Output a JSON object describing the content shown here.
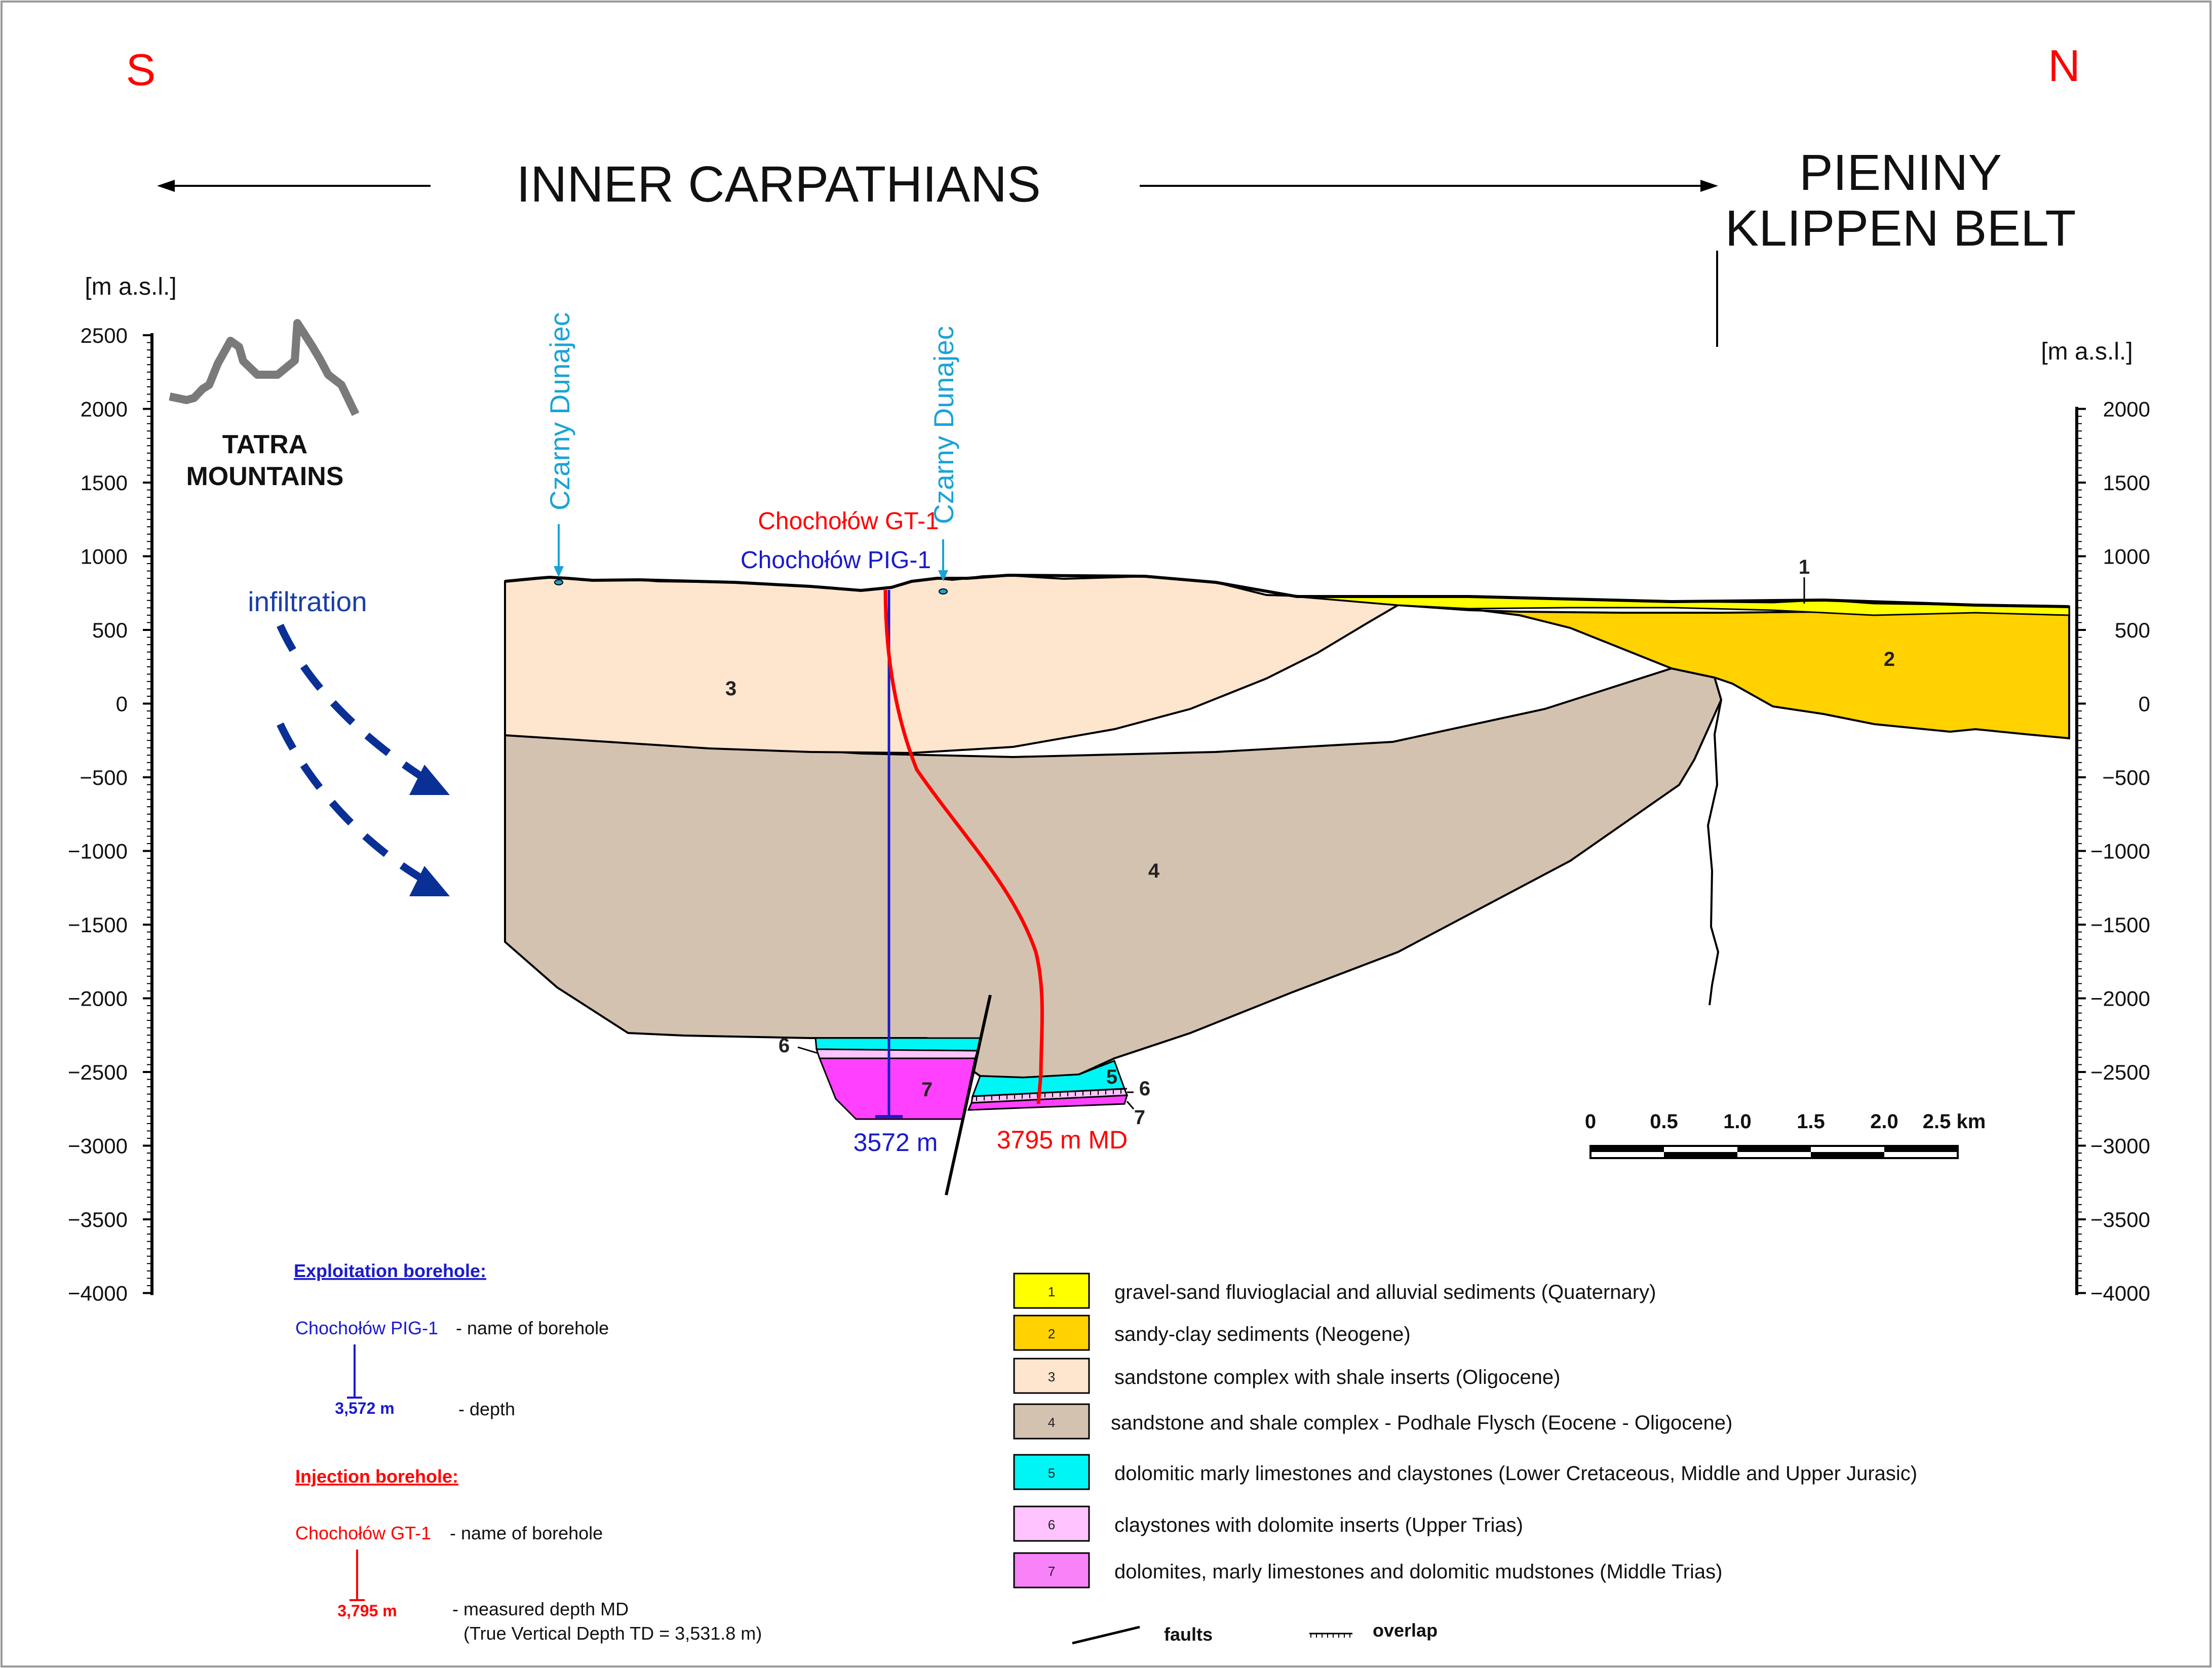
{
  "compass": {
    "south": "S",
    "north": "N"
  },
  "regions": {
    "inner": "INNER CARPATHIANS",
    "pieniny_line1": "PIENINY",
    "pieniny_line2": "KLIPPEN BELT"
  },
  "axis_left": {
    "unit": "[m a.s.l.]",
    "ticks": [
      "2500",
      "2000",
      "1500",
      "1000",
      "500",
      "0",
      "−500",
      "−1000",
      "−1500",
      "−2000",
      "−2500",
      "−3000",
      "−3500",
      "−4000"
    ]
  },
  "axis_right": {
    "unit": "[m a.s.l.]",
    "ticks": [
      "2000",
      "1500",
      "1000",
      "500",
      "0",
      "−500",
      "−1000",
      "−1500",
      "−2000",
      "−2500",
      "−3000",
      "−3500",
      "−4000"
    ]
  },
  "tatra": {
    "line1": "TATRA",
    "line2": "MOUNTAINS"
  },
  "infiltration": "infiltration",
  "rivers": {
    "left": "Czarny Dunajec",
    "right": "Czarny Dunajec"
  },
  "boreholes": {
    "gt1": {
      "name": "Chochołów GT-1",
      "depth": "3795 m MD",
      "color": "#ff0000"
    },
    "pig1": {
      "name": "Chochołów PIG-1",
      "depth": "3572 m",
      "color": "#1a1acc"
    }
  },
  "unit_labels": {
    "u1": "1",
    "u2": "2",
    "u3": "3",
    "u4": "4",
    "u5": "5",
    "u6a": "6",
    "u6b": "6",
    "u7a": "7",
    "u7b": "7"
  },
  "scale_bar": {
    "ticks": [
      "0",
      "0.5",
      "1.0",
      "1.5",
      "2.0"
    ],
    "end": "2.5 km"
  },
  "exploitation_legend": {
    "title": "Exploitation borehole:",
    "name": "Chochołów PIG-1",
    "name_desc": "- name of borehole",
    "depth": "3,572 m",
    "depth_desc": "- depth"
  },
  "injection_legend": {
    "title": "Injection borehole:",
    "name": "Chochołów GT-1",
    "name_desc": "- name of borehole",
    "depth": "3,795 m",
    "depth_desc": "- measured depth MD",
    "tvd": "(True Vertical Depth TD = 3,531.8 m)"
  },
  "legend": [
    {
      "num": "1",
      "color": "#ffff00",
      "text": "gravel-sand fluvioglacial and alluvial sediments (Quaternary)"
    },
    {
      "num": "2",
      "color": "#ffd200",
      "text": "sandy-clay sediments (Neogene)"
    },
    {
      "num": "3",
      "color": "#fde5ce",
      "text": "sandstone complex with shale inserts (Oligocene)"
    },
    {
      "num": "4",
      "color": "#d4c2b0",
      "text": "sandstone and shale complex  - Podhale Flysch (Eocene - Oligocene)"
    },
    {
      "num": "5",
      "color": "#00f5f5",
      "text": "dolomitic marly limestones and claystones (Lower Cretaceous, Middle and Upper Jurasic)"
    },
    {
      "num": "6",
      "color": "#ffc3ff",
      "text": "claystones with dolomite inserts (Upper Trias)"
    },
    {
      "num": "7",
      "color": "#f882f8",
      "text": "dolomites, marly limestones and dolomitic mudstones (Middle Trias)"
    }
  ],
  "line_legend": {
    "faults": "faults",
    "overlap": "overlap"
  }
}
